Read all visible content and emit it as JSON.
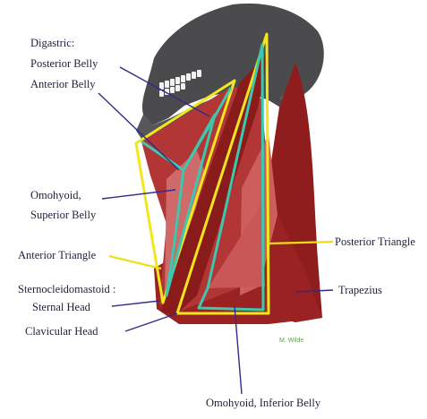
{
  "labels": {
    "digastric_title": "Digastric:",
    "posterior_belly": "Posterior Belly",
    "anterior_belly": "Anterior Belly",
    "omohyoid_superior_line1": "Omohyoid,",
    "omohyoid_superior_line2": "Superior Belly",
    "anterior_triangle": "Anterior Triangle",
    "scm_title": "Sternocleidomastoid :",
    "sternal_head": "Sternal Head",
    "clavicular_head": "Clavicular Head",
    "posterior_triangle": "Posterior Triangle",
    "trapezius": "Trapezius",
    "omohyoid_inferior": "Omohyoid, Inferior Belly"
  },
  "credit": "M. Wilde",
  "colors": {
    "skull": "#4b4b4d",
    "muscle_dark": "#8f1d1d",
    "muscle_mid": "#b23636",
    "muscle_light": "#d06a6a",
    "outline_yellow": "#f2e61d",
    "outline_teal": "#3cc8ad",
    "pointer": "#2e2c8a",
    "pointer_yellow": "#eedf14"
  }
}
